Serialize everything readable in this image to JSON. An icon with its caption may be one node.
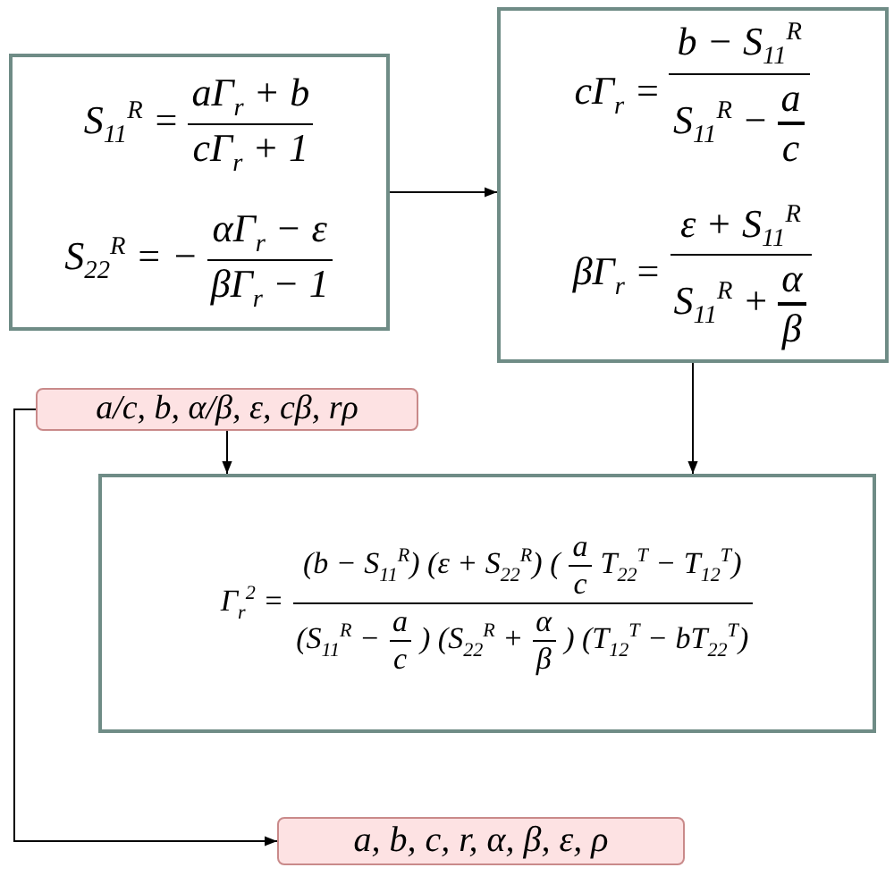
{
  "diagram": {
    "nodes": [
      {
        "text": [
          "S$_{11}$$^{R}$ =",
          "aΓ$_{r}$ + b",
          "cΓ$_{r}$ + 1",
          "S$_{22}$$^{R}$ = −",
          "αΓ$_{r}$ − ε",
          "βΓ$_{r}$ − 1"
        ]
      },
      {
        "text": [
          "cΓ$_{r}$ =",
          "b − S$_{11}$$^{R}$",
          "S$_{11}$$^{R}$ −",
          "a",
          "c",
          "βΓ$_{r}$ =",
          "ε + S$_{11}$$^{R}$",
          "S$_{11}$$^{R}$ +",
          "α",
          "β"
        ]
      },
      {
        "text": [
          "a/c, b, α/β, ε, cβ, rρ"
        ]
      },
      {
        "text": [
          "Γ$_{r}$$^{2}$ =",
          "(b − S$_{11}$$^{R}$) (ε + S$_{22}$$^{R}$) (",
          "a",
          "c",
          "T$_{22}$$^{T}$ − T$_{12}$$^{T}$)",
          "(S$_{11}$$^{R}$ −",
          "a",
          "c",
          ") (S$_{22}$$^{R}$ +",
          "α",
          "β",
          ") (T$_{12}$$^{T}$ − bT$_{22}$$^{T}$)"
        ]
      },
      {
        "text": [
          "a, b, c, r, α, β, ε, ρ"
        ]
      }
    ],
    "edges": [
      {
        "from": 0,
        "to": 1,
        "arrow": "to"
      },
      {
        "from": 1,
        "to": 3,
        "arrow": "to"
      },
      {
        "from": 2,
        "to": 3,
        "arrow": "to"
      },
      {
        "from": 2,
        "to": 4,
        "arrow": "to"
      }
    ]
  }
}
